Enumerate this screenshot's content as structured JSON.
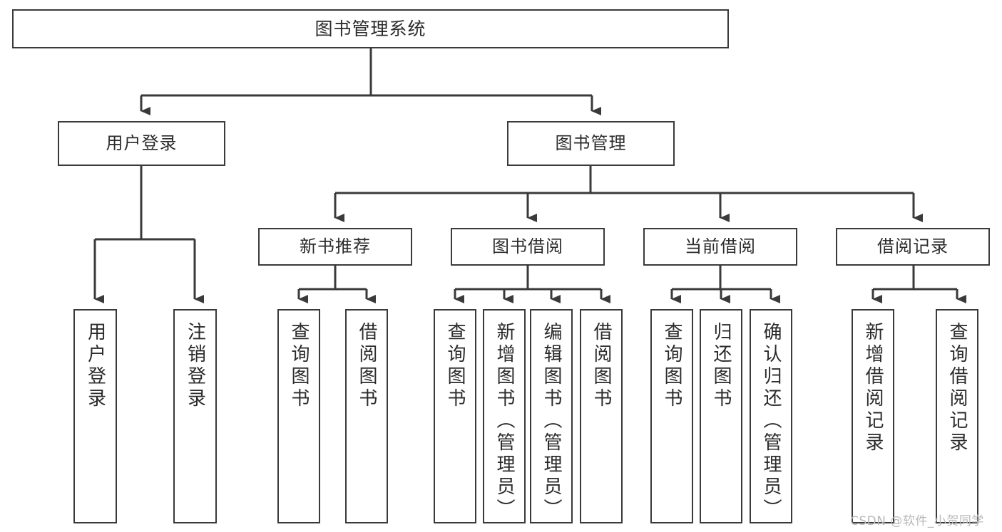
{
  "diagram": {
    "title": "图书管理系统",
    "type": "tree",
    "watermark": "CSDN @软件_小贺同学",
    "colors": {
      "stroke": "#3a3a3a",
      "box_fill": "#ffffff",
      "text": "#2b2b2b",
      "watermark": "#b9b9b9"
    },
    "nodes": {
      "root": {
        "label": "图书管理系统",
        "level": 0,
        "orientation": "horizontal"
      },
      "user_login": {
        "label": "用户登录",
        "level": 1,
        "orientation": "horizontal"
      },
      "book_manage": {
        "label": "图书管理",
        "level": 1,
        "orientation": "horizontal"
      },
      "new_book_rec": {
        "label": "新书推荐",
        "level": 2,
        "orientation": "horizontal"
      },
      "book_borrow": {
        "label": "图书借阅",
        "level": 2,
        "orientation": "horizontal"
      },
      "current_borrow": {
        "label": "当前借阅",
        "level": 2,
        "orientation": "horizontal"
      },
      "borrow_record": {
        "label": "借阅记录",
        "level": 2,
        "orientation": "horizontal"
      },
      "leaf_user_login": {
        "label": "用户登录",
        "level": 3,
        "orientation": "vertical"
      },
      "leaf_logout": {
        "label": "注销登录",
        "level": 3,
        "orientation": "vertical"
      },
      "leaf_query_book_1": {
        "label": "查询图书",
        "level": 3,
        "orientation": "vertical"
      },
      "leaf_borrow_book_1": {
        "label": "借阅图书",
        "level": 3,
        "orientation": "vertical"
      },
      "leaf_query_book_2": {
        "label": "查询图书",
        "level": 3,
        "orientation": "vertical"
      },
      "leaf_add_book": {
        "label": "新增图书（管理员）",
        "level": 3,
        "orientation": "vertical"
      },
      "leaf_edit_book": {
        "label": "编辑图书（管理员）",
        "level": 3,
        "orientation": "vertical"
      },
      "leaf_borrow_book_2": {
        "label": "借阅图书",
        "level": 3,
        "orientation": "vertical"
      },
      "leaf_query_book_3": {
        "label": "查询图书",
        "level": 3,
        "orientation": "vertical"
      },
      "leaf_return_book": {
        "label": "归还图书",
        "level": 3,
        "orientation": "vertical"
      },
      "leaf_confirm_return": {
        "label": "确认归还（管理员）",
        "level": 3,
        "orientation": "vertical"
      },
      "leaf_add_record": {
        "label": "新增借阅记录",
        "level": 3,
        "orientation": "vertical"
      },
      "leaf_query_record": {
        "label": "查询借阅记录",
        "level": 3,
        "orientation": "vertical"
      }
    }
  }
}
